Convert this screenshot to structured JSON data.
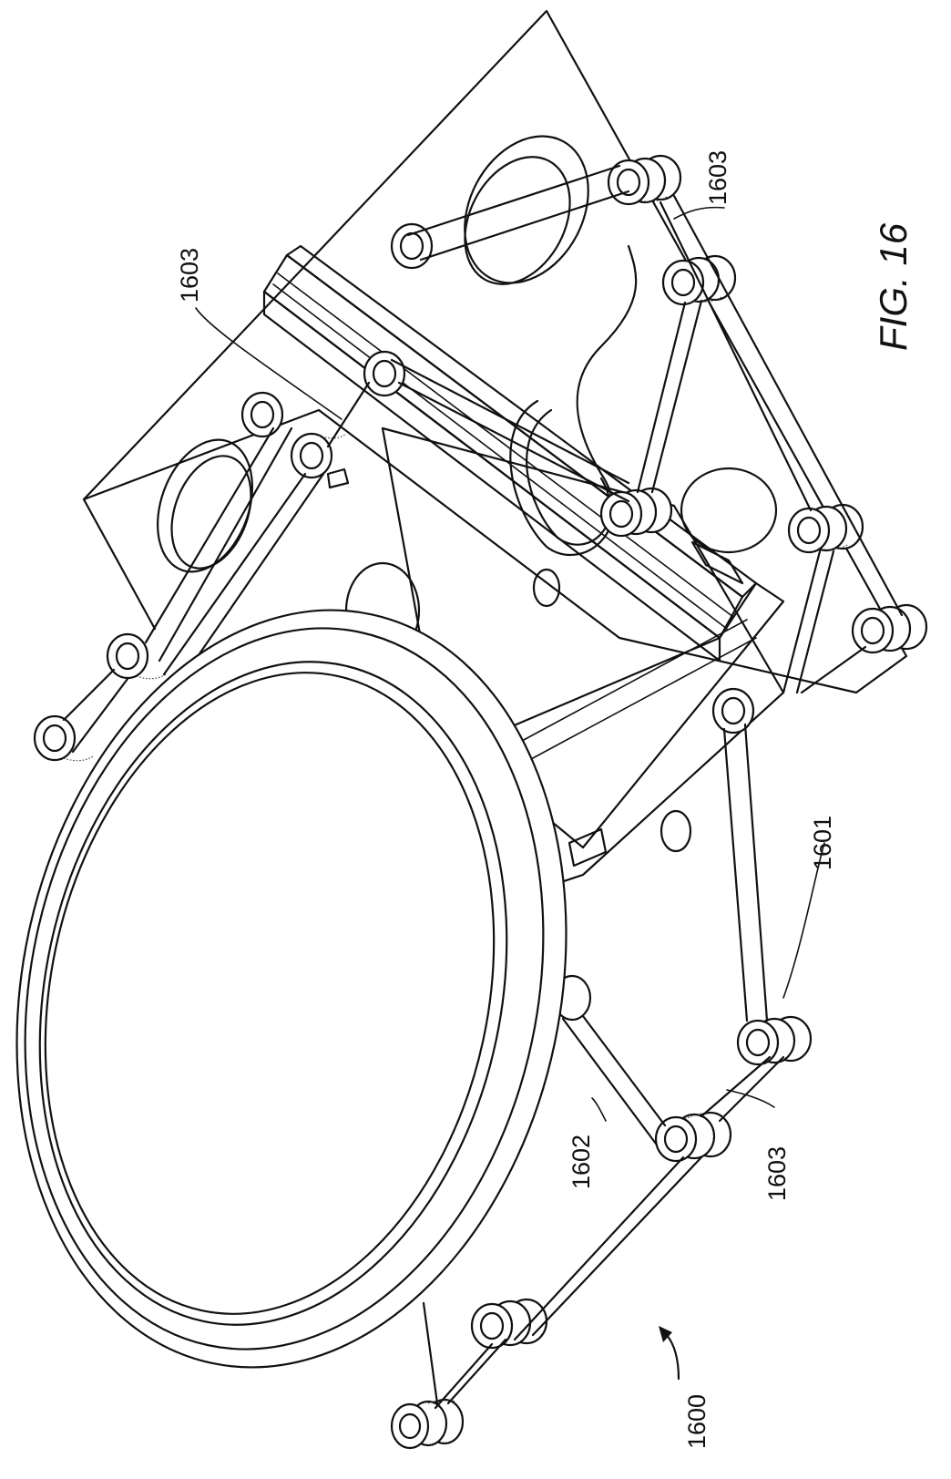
{
  "figure": {
    "title": "FIG. 16",
    "labels": {
      "assembly": "1600",
      "link_lower": "1601",
      "link_base": "1602",
      "hinge_bottom": "1603",
      "hinge_top_right": "1603",
      "hinge_top_center": "1603"
    }
  }
}
